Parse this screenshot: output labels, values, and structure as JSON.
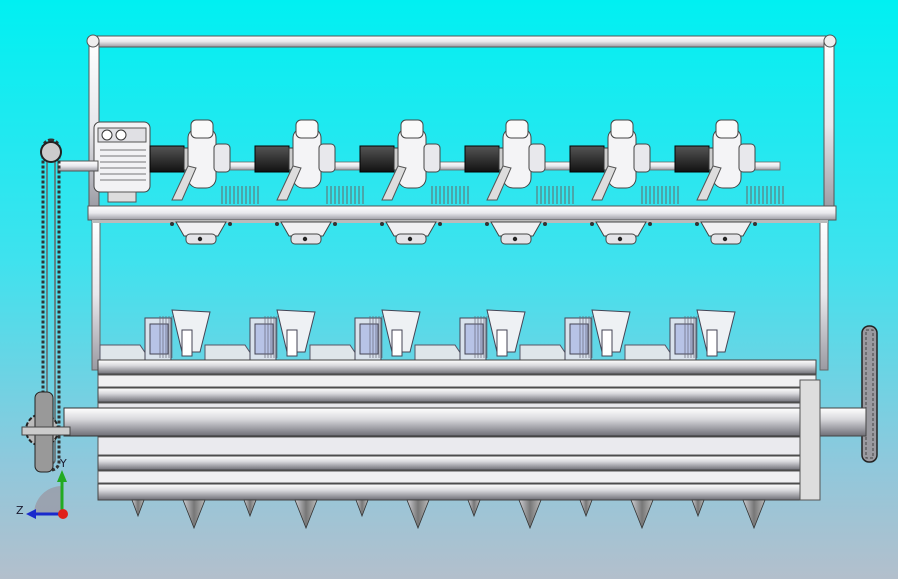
{
  "view": {
    "background_top": "#00f0f2",
    "background_bottom": "#b3bfcc",
    "module_count": 6,
    "blade_count": 12
  },
  "triad": {
    "axis_y_label": "Y",
    "axis_z_label": "Z",
    "axis_y_color": "#22aa22",
    "axis_z_color": "#1a2acc",
    "origin_color": "#e0201a"
  }
}
